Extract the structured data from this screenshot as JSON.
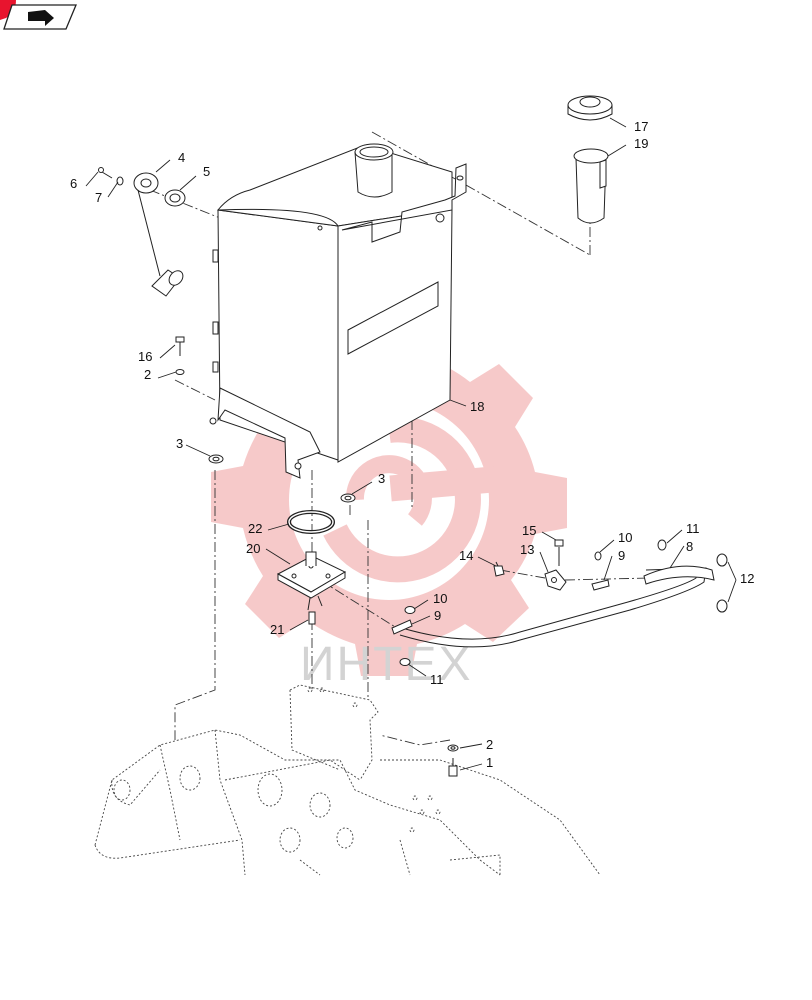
{
  "nav": {
    "back_icon": "turn-back-arrow-icon",
    "badge_color": "#e8142e"
  },
  "watermark": {
    "text": "ИНТЕХ",
    "color": "#f5b8b8"
  },
  "callouts": [
    {
      "id": "c1",
      "label": "1"
    },
    {
      "id": "c2a",
      "label": "2"
    },
    {
      "id": "c2b",
      "label": "2"
    },
    {
      "id": "c3a",
      "label": "3"
    },
    {
      "id": "c3b",
      "label": "3"
    },
    {
      "id": "c4",
      "label": "4"
    },
    {
      "id": "c5",
      "label": "5"
    },
    {
      "id": "c6",
      "label": "6"
    },
    {
      "id": "c7",
      "label": "7"
    },
    {
      "id": "c8",
      "label": "8"
    },
    {
      "id": "c9a",
      "label": "9"
    },
    {
      "id": "c9b",
      "label": "9"
    },
    {
      "id": "c10a",
      "label": "10"
    },
    {
      "id": "c10b",
      "label": "10"
    },
    {
      "id": "c11a",
      "label": "11"
    },
    {
      "id": "c11b",
      "label": "11"
    },
    {
      "id": "c12",
      "label": "12"
    },
    {
      "id": "c13",
      "label": "13"
    },
    {
      "id": "c14",
      "label": "14"
    },
    {
      "id": "c15",
      "label": "15"
    },
    {
      "id": "c16",
      "label": "16"
    },
    {
      "id": "c17",
      "label": "17"
    },
    {
      "id": "c18",
      "label": "18"
    },
    {
      "id": "c19",
      "label": "19"
    },
    {
      "id": "c20",
      "label": "20"
    },
    {
      "id": "c21",
      "label": "21"
    },
    {
      "id": "c22",
      "label": "22"
    }
  ]
}
